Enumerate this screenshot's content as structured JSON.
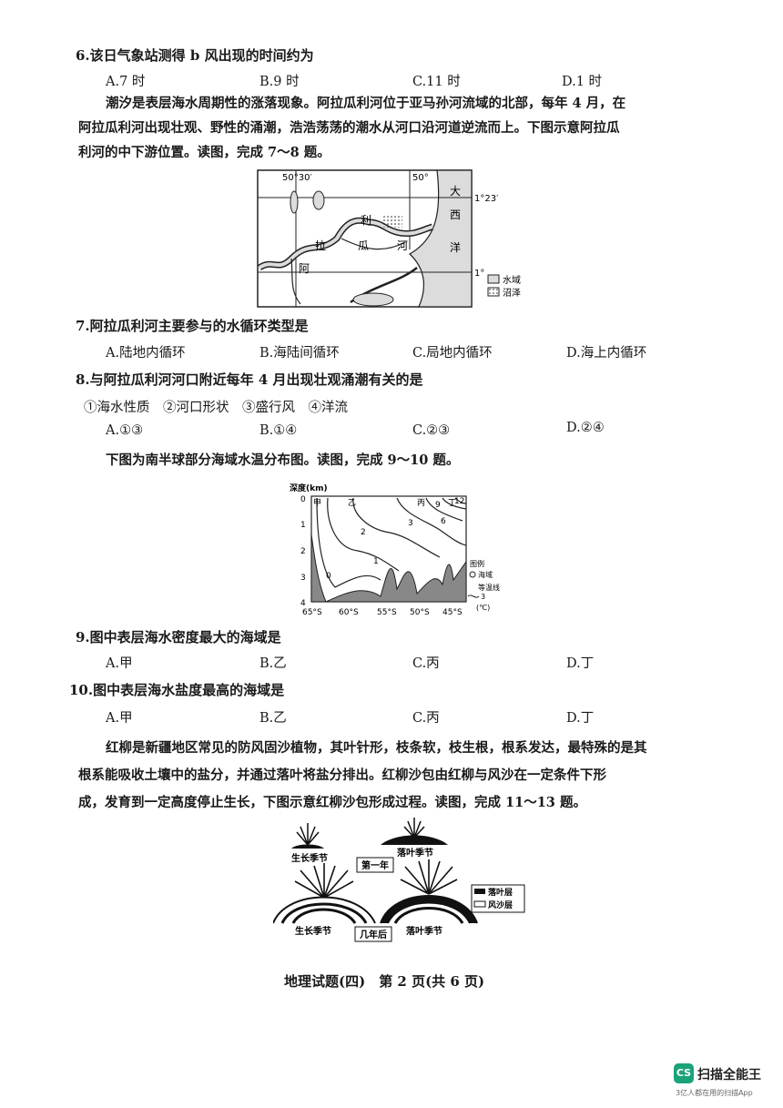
{
  "q6": {
    "stem": "6.该日气象站测得 b 风出现的时间约为",
    "options": [
      "A.7 时",
      "B.9 时",
      "C.11 时",
      "D.1 时"
    ]
  },
  "passage1": [
    "潮汐是表层海水周期性的涨落现象。阿拉瓜利河位于亚马孙河流域的北部，每年 4 月，在",
    "阿拉瓜利河出现壮观、野性的涌潮，浩浩荡荡的潮水从河口沿河道逆流而上。下图示意阿拉瓜",
    "利河的中下游位置。读图，完成 7～8 题。"
  ],
  "map1": {
    "lon_labels": [
      "50°30′",
      "50°"
    ],
    "lat_labels": [
      "1°23′",
      "1°"
    ],
    "ocean_chars": [
      "大",
      "西",
      "洋"
    ],
    "river_chars": [
      "利",
      "拉",
      "瓜",
      "河",
      "阿"
    ],
    "legend": [
      "水域",
      "沼泽"
    ]
  },
  "q7": {
    "stem": "7.阿拉瓜利河主要参与的水循环类型是",
    "options": [
      "A.陆地内循环",
      "B.海陆间循环",
      "C.局地内循环",
      "D.海上内循环"
    ]
  },
  "q8": {
    "stem": "8.与阿拉瓜利河河口附近每年 4 月出现壮观涌潮有关的是",
    "items": "①海水性质　②河口形状　③盛行风　④洋流",
    "options": [
      "A.①③",
      "B.①④",
      "C.②③",
      "D.②④"
    ]
  },
  "passage2": "下图为南半球部分海域水温分布图。读图，完成 9～10 题。",
  "chart1": {
    "ylabel": "深度(km)",
    "y_ticks": [
      "0",
      "1",
      "2",
      "3",
      "4"
    ],
    "x_ticks": [
      "65°S",
      "60°S",
      "55°S",
      "50°S",
      "45°S"
    ],
    "isotherm_labels": [
      "0",
      "1",
      "2",
      "3",
      "6",
      "9",
      "12"
    ],
    "region_labels": [
      "甲",
      "乙",
      "丙",
      "丁"
    ],
    "legend_title": "图例",
    "legend_sea": "海域",
    "legend_iso": "等温线",
    "legend_iso_value": "3",
    "legend_unit": "(℃)"
  },
  "q9": {
    "stem": "9.图中表层海水密度最大的海域是",
    "options": [
      "A.甲",
      "B.乙",
      "C.丙",
      "D.丁"
    ]
  },
  "q10": {
    "stem": "10.图中表层海水盐度最高的海域是",
    "options": [
      "A.甲",
      "B.乙",
      "C.丙",
      "D.丁"
    ]
  },
  "passage3": [
    "红柳是新疆地区常见的防风固沙植物，其叶针形，枝条软，枝生根，根系发达，最特殊的是其",
    "根系能吸收土壤中的盐分，并通过落叶将盐分排出。红柳沙包由红柳与风沙在一定条件下形",
    "成，发育到一定高度停止生长，下图示意红柳沙包形成过程。读图，完成 11～13 题。"
  ],
  "fig3": {
    "growing": "生长季节",
    "falling": "落叶季节",
    "year1": "第一年",
    "years_later": "几年后",
    "legend_leaf": "落叶层",
    "legend_sand": "风沙层"
  },
  "footer": "地理试题(四)　第 2 页(共 6 页)",
  "scanner": {
    "badge": "CS",
    "name": "扫描全能王",
    "tagline": "3亿人都在用的扫描App"
  }
}
